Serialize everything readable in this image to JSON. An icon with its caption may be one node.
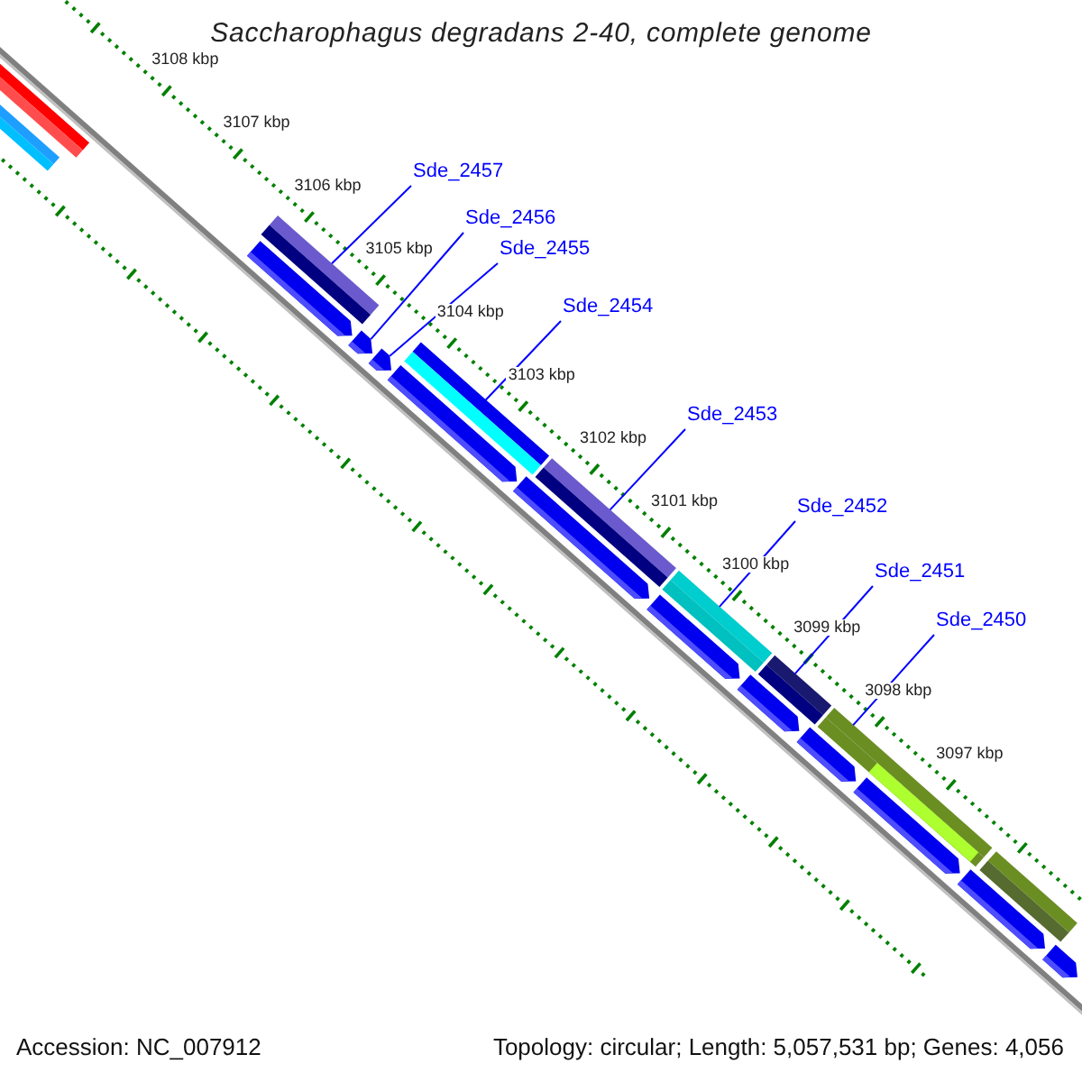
{
  "diagram": {
    "title": "Saccharophagus degradans 2-40, complete genome",
    "nodes": [
      {
        "text": [
          "Sde_2457"
        ]
      },
      {
        "text": [
          "Sde_2456"
        ]
      },
      {
        "text": [
          "Sde_2455"
        ]
      },
      {
        "text": [
          "Sde_2454"
        ]
      },
      {
        "text": [
          "Sde_2453"
        ]
      },
      {
        "text": [
          "Sde_2452"
        ]
      },
      {
        "text": [
          "Sde_2451"
        ]
      },
      {
        "text": [
          "Sde_2450"
        ]
      },
      {
        "text": [],
        "shape": "bar"
      },
      {
        "text": [],
        "shape": "bar"
      },
      {
        "text": [],
        "shape": "bar"
      },
      {
        "text": [],
        "shape": "pentagon"
      },
      {
        "text": [],
        "shape": "pentagon"
      },
      {
        "text": [],
        "shape": "pentagon"
      },
      {
        "text": [],
        "shape": "bar"
      },
      {
        "text": [],
        "shape": "pentagon"
      },
      {
        "text": [],
        "shape": "pentagon"
      },
      {
        "text": [],
        "shape": "bar"
      },
      {
        "text": [],
        "shape": "bar"
      },
      {
        "text": [],
        "shape": "pentagon"
      },
      {
        "text": [],
        "shape": "pentagon"
      },
      {
        "text": [],
        "shape": "bar"
      },
      {
        "text": [],
        "shape": "pentagon"
      },
      {
        "text": [],
        "shape": "bar"
      },
      {
        "text": [],
        "shape": "pentagon"
      },
      {
        "text": [],
        "shape": "pentagon"
      },
      {
        "text": [],
        "shape": "bar"
      },
      {
        "text": [],
        "shape": "pentagon"
      }
    ],
    "edges": [
      {
        "from": 0,
        "to": 10,
        "arrow": "none"
      },
      {
        "from": 1,
        "to": 12,
        "arrow": "none"
      },
      {
        "from": 2,
        "to": 13,
        "arrow": "none"
      },
      {
        "from": 3,
        "to": 14,
        "arrow": "none"
      },
      {
        "from": 4,
        "to": 17,
        "arrow": "none"
      },
      {
        "from": 5,
        "to": 18,
        "arrow": "none"
      },
      {
        "from": 6,
        "to": 21,
        "arrow": "none"
      },
      {
        "from": 7,
        "to": 23,
        "arrow": "none"
      }
    ],
    "labels": [
      "3108 kbp",
      "3107 kbp",
      "3106 kbp",
      "3105 kbp",
      "3104 kbp",
      "3103 kbp",
      "3102 kbp",
      "3101 kbp",
      "3100 kbp",
      "3099 kbp",
      "3098 kbp",
      "3097 kbp",
      "Accession: NC_007912",
      "Topology: circular; Length: 5,057,531 bp; Genes: 4,056"
    ]
  }
}
